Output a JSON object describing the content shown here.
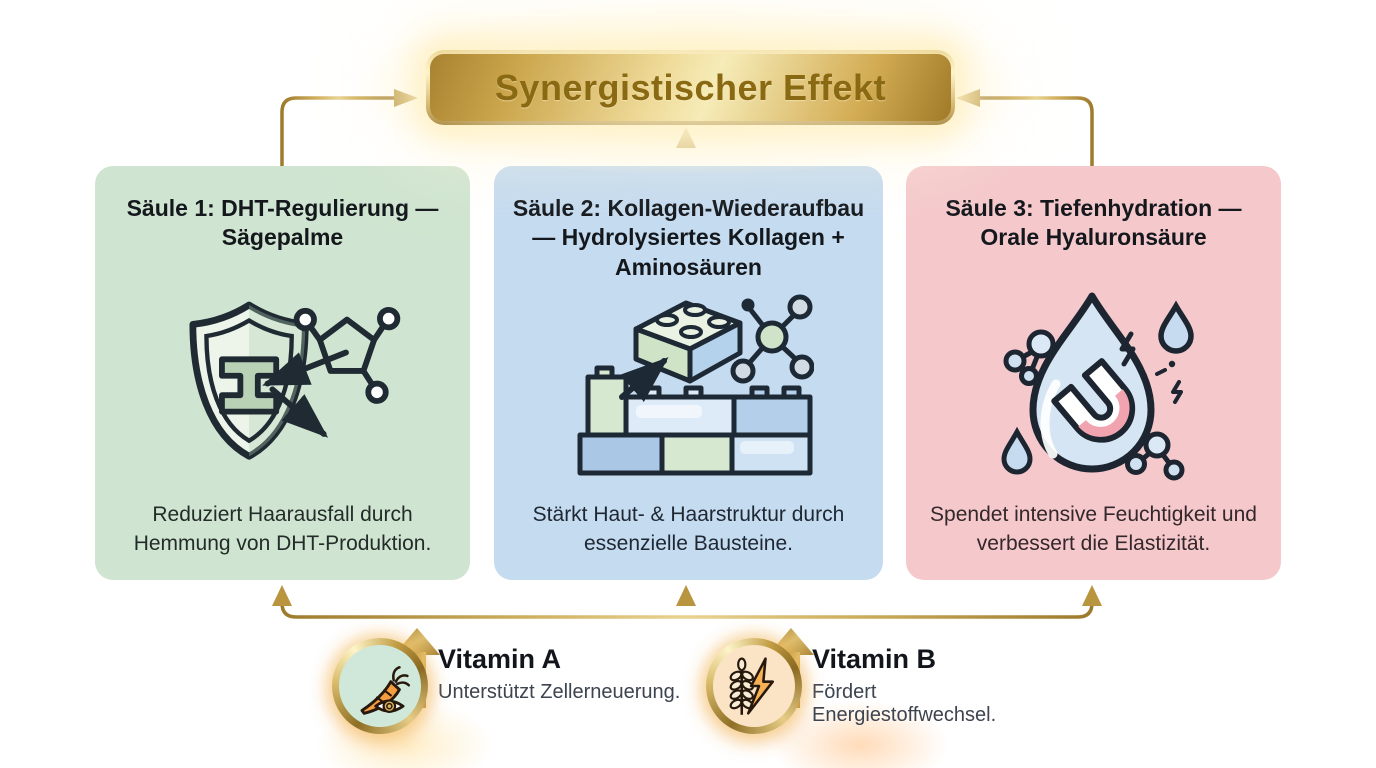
{
  "banner": {
    "label": "Synergistischer Effekt"
  },
  "cards": [
    {
      "title": "Säule 1: DHT-Regulierung — Sägepalme",
      "body": "Reduziert Haarausfall durch Hemmung von DHT-Produktion.",
      "icon": "shield-dht-block-icon",
      "bg": "#cfe5d1"
    },
    {
      "title": "Säule 2: Kollagen-Wiederaufbau — Hydrolysiertes Kollagen + Aminosäuren",
      "body": "Stärkt Haut- & Haarstruktur durch essenzielle Bausteine.",
      "icon": "building-blocks-icon",
      "bg": "#c5dbf0"
    },
    {
      "title": "Säule 3: Tiefenhydration — Orale Hyaluronsäure",
      "body": "Spendet intensive Feuchtigkeit und verbessert die Elastizität.",
      "icon": "water-drop-magnet-icon",
      "bg": "#f5c9cc"
    }
  ],
  "vitamins": [
    {
      "name": "Vitamin A",
      "description": "Unterstützt Zellerneuerung.",
      "icon": "carrot-eye-icon",
      "circle_bg": "#cfe8da"
    },
    {
      "name": "Vitamin B",
      "description": "Fördert Energiestoffwechsel.",
      "icon": "wheat-lightning-icon",
      "circle_bg": "#fbe4c6"
    }
  ],
  "colors": {
    "gold_dark": "#9d7a2c",
    "gold_mid": "#cfae5e",
    "gold_light": "#f6ecb8",
    "banner_text": "#8a6913",
    "outline": "#1e2936",
    "card_green": "#cfe5d1",
    "card_blue": "#c5dbf0",
    "card_pink": "#f5c9cc"
  }
}
